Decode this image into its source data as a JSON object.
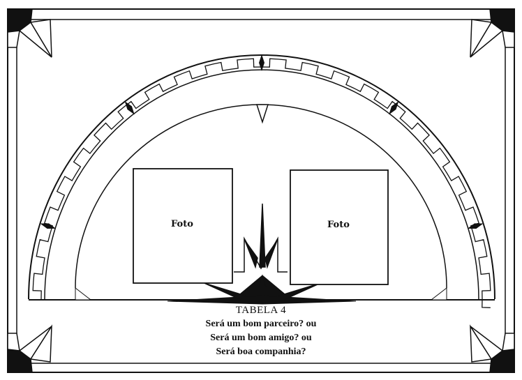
{
  "photo_frames": [
    {
      "label": "Foto"
    },
    {
      "label": "Foto"
    }
  ],
  "caption": {
    "title": "TABELA 4",
    "lines": [
      "Será um bom parceiro? ou",
      "Será um bom amigo? ou",
      "Será boa companhia?"
    ]
  },
  "colors": {
    "ink": "#111111",
    "paper": "#ffffff"
  }
}
